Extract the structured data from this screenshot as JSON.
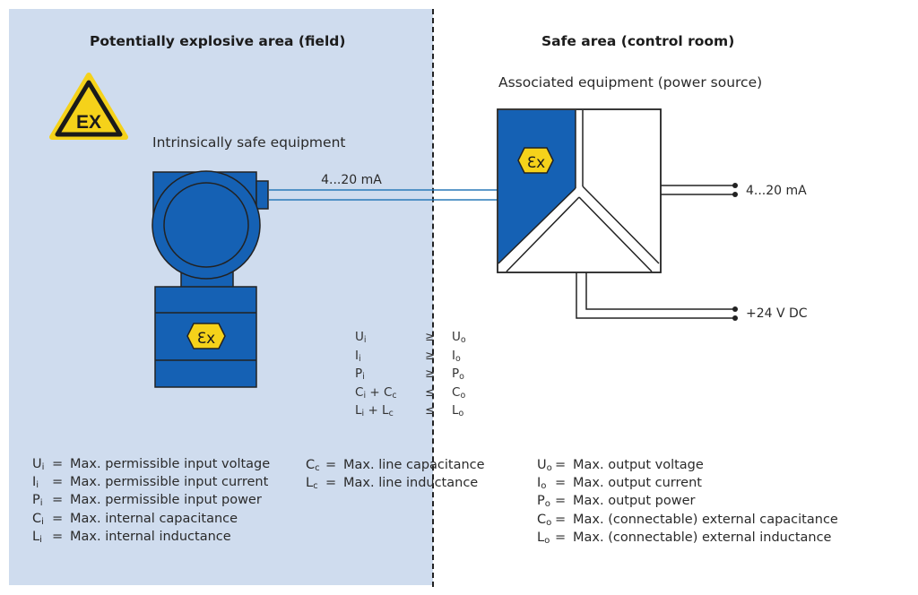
{
  "zones": {
    "field": {
      "title": "Potentially explosive area (field)",
      "equipment_label": "Intrinsically safe equipment",
      "warning_sign_text": "EX",
      "fill_color": "#cfdcee"
    },
    "safe": {
      "title": "Safe area (control room)",
      "equipment_label": "Associated equipment (power source)"
    }
  },
  "colors": {
    "device_blue": "#1561b4",
    "ex_yellow": "#f5d21a",
    "signal_line": "#2a7ab8",
    "outline": "#222222"
  },
  "device": {
    "ex_mark": "Ɛx",
    "signal_label": "4...20 mA"
  },
  "power_source": {
    "ex_mark": "Ɛx",
    "outputs": [
      {
        "label": "4...20 mA"
      },
      {
        "label": "+24 V DC"
      }
    ]
  },
  "conditions": [
    {
      "left": "U",
      "left_sub": "i",
      "left2": "",
      "left2_sub": "",
      "op": "≥",
      "right": "U",
      "right_sub": "o"
    },
    {
      "left": "I",
      "left_sub": "i",
      "left2": "",
      "left2_sub": "",
      "op": "≥",
      "right": "I",
      "right_sub": "o"
    },
    {
      "left": "P",
      "left_sub": "i",
      "left2": "",
      "left2_sub": "",
      "op": "≥",
      "right": "P",
      "right_sub": "o"
    },
    {
      "left": "C",
      "left_sub": "i",
      "left2": " + C",
      "left2_sub": "c",
      "op": "≤",
      "right": "C",
      "right_sub": "o"
    },
    {
      "left": "L",
      "left_sub": "i",
      "left2": " + L",
      "left2_sub": "c",
      "op": "≤",
      "right": "L",
      "right_sub": "o"
    }
  ],
  "legend": {
    "input": [
      {
        "sym": "U",
        "sub": "i",
        "text": "Max. permissible input voltage"
      },
      {
        "sym": "I",
        "sub": "i",
        "text": "Max. permissible input current"
      },
      {
        "sym": "P",
        "sub": "i",
        "text": "Max. permissible input power"
      },
      {
        "sym": "C",
        "sub": "i",
        "text": "Max. internal capacitance"
      },
      {
        "sym": "L",
        "sub": "i",
        "text": "Max. internal inductance"
      }
    ],
    "line": [
      {
        "sym": "C",
        "sub": "c",
        "text": "Max. line capacitance"
      },
      {
        "sym": "L",
        "sub": "c",
        "text": "Max. line inductance"
      }
    ],
    "output": [
      {
        "sym": "U",
        "sub": "o",
        "text": "Max. output voltage"
      },
      {
        "sym": "I",
        "sub": "o",
        "text": "Max. output current"
      },
      {
        "sym": "P",
        "sub": "o",
        "text": "Max. output power"
      },
      {
        "sym": "C",
        "sub": "o",
        "text": "Max. (connectable) external capacitance"
      },
      {
        "sym": "L",
        "sub": "o",
        "text": "Max. (connectable) external inductance"
      }
    ],
    "equals": "="
  }
}
